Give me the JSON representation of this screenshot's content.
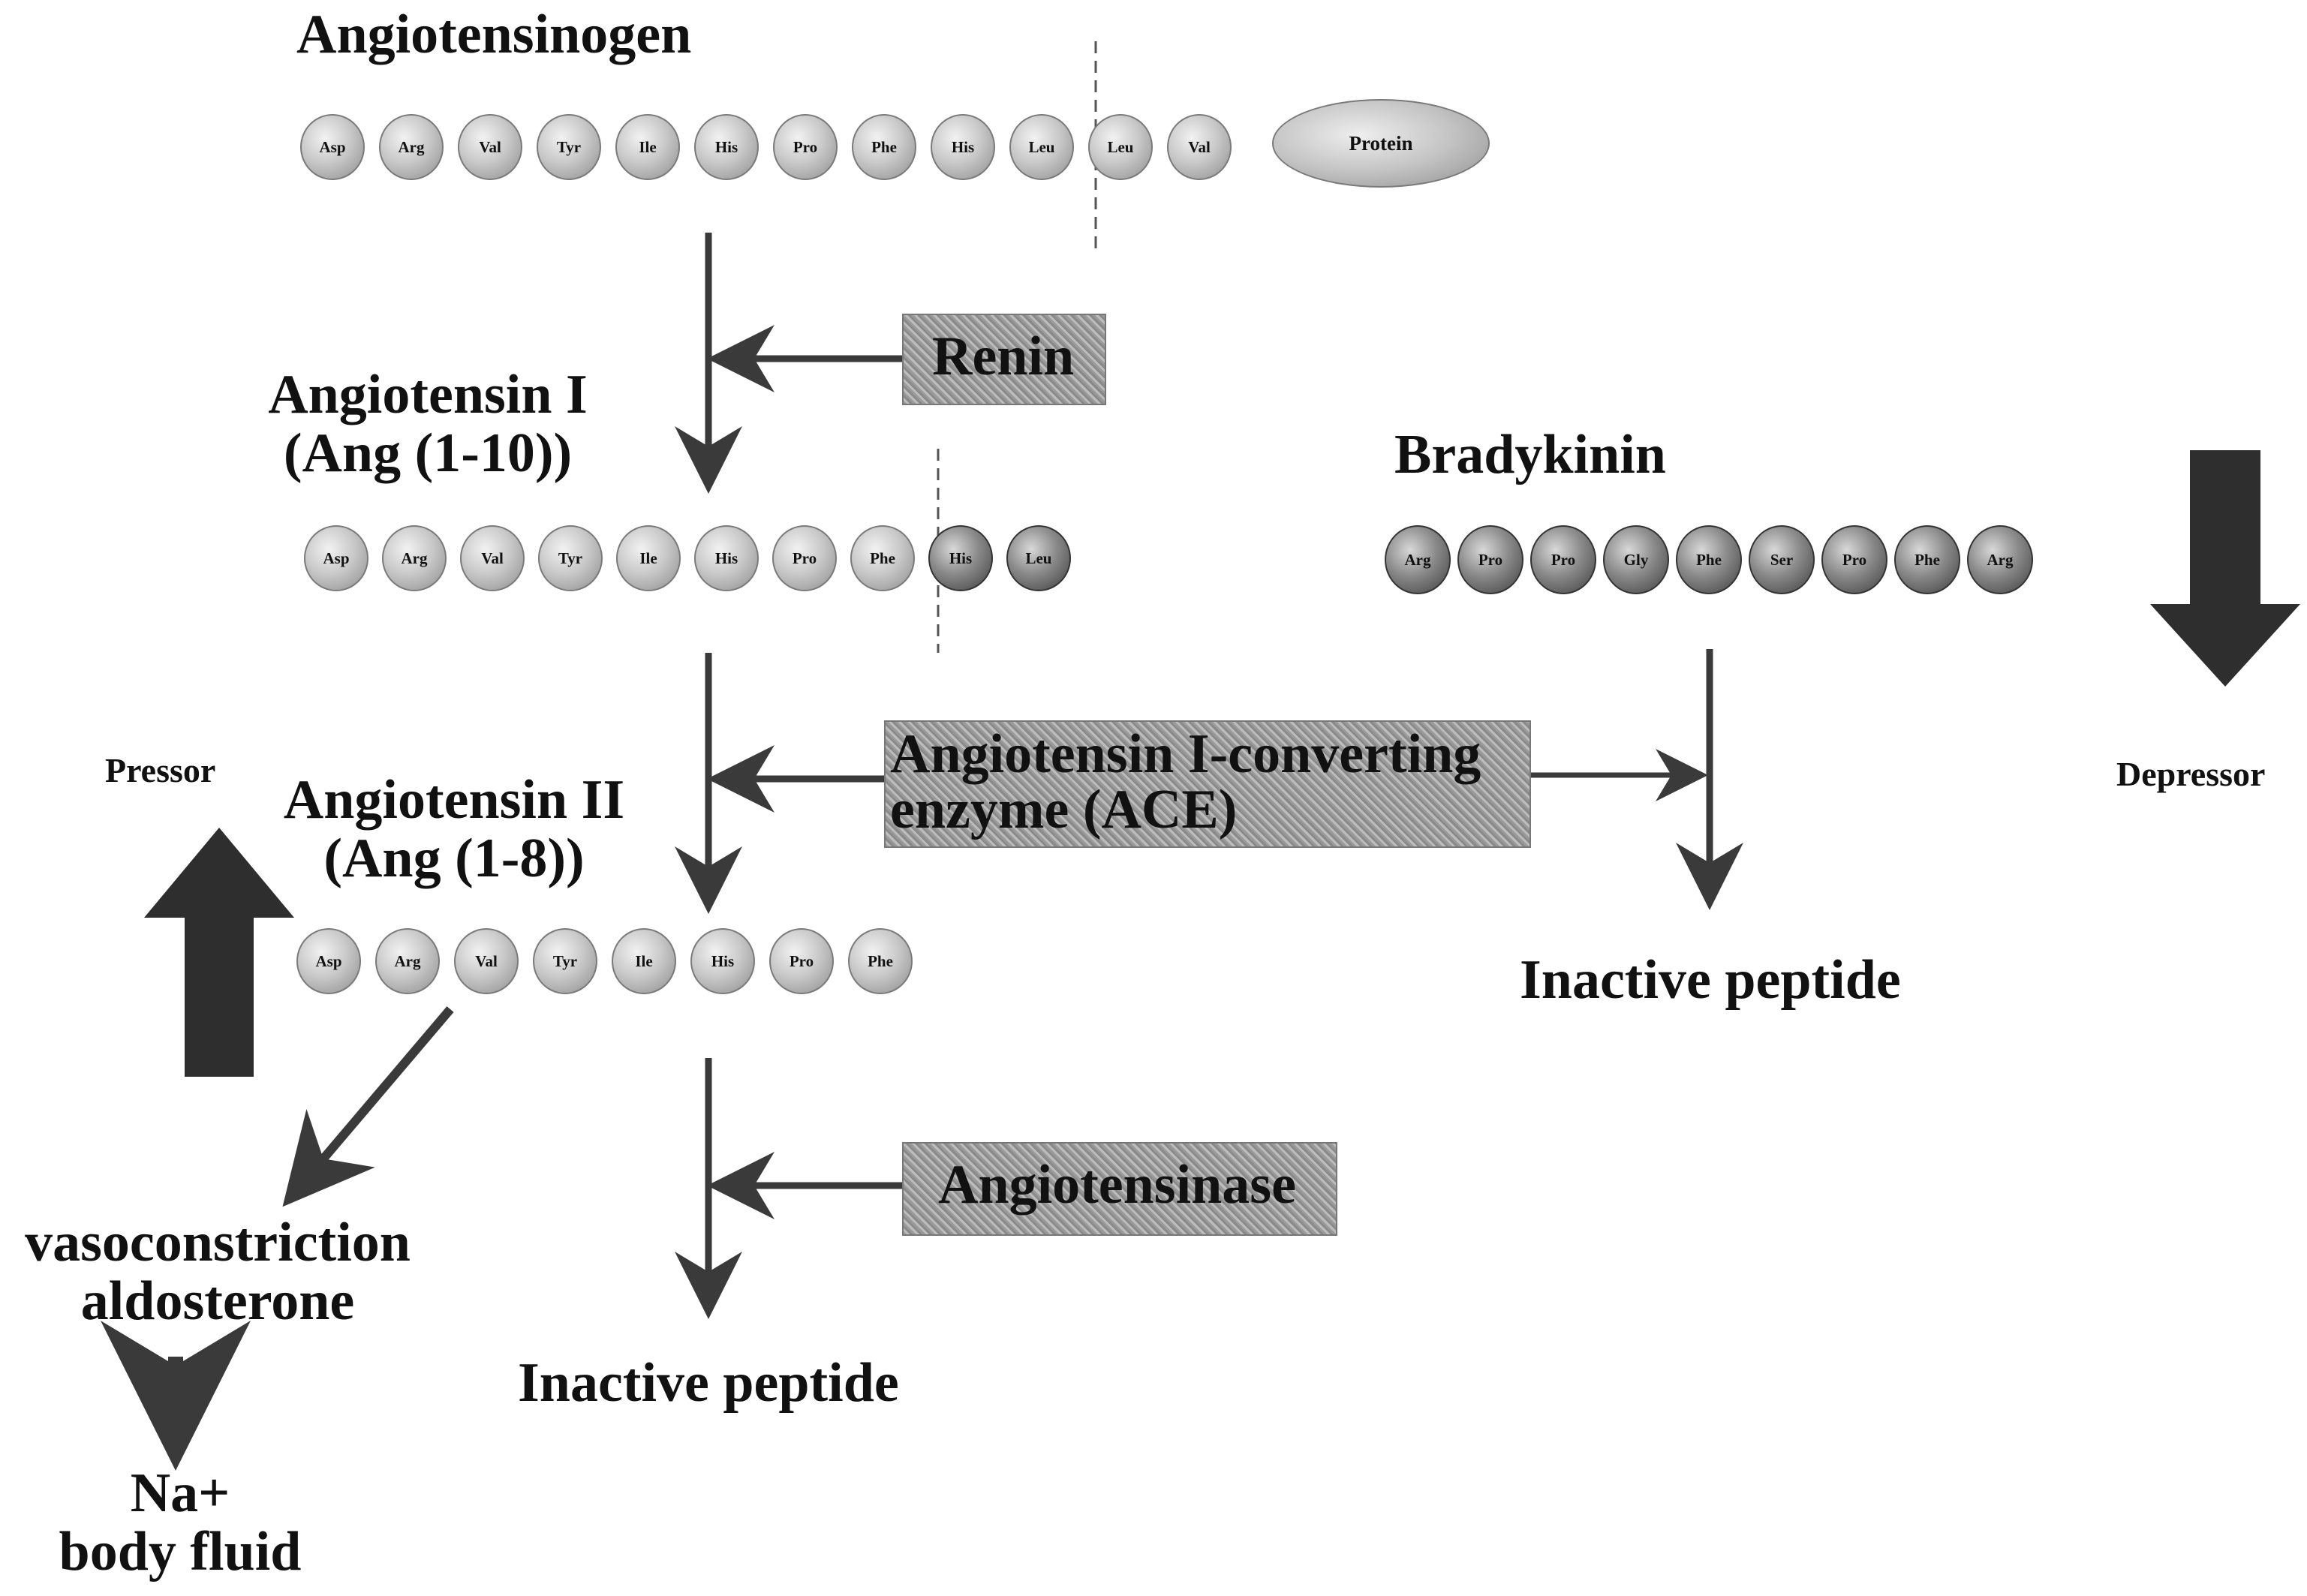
{
  "angiotensinogen": {
    "title": "Angiotensinogen",
    "residues": [
      "Asp",
      "Arg",
      "Val",
      "Tyr",
      "Ile",
      "His",
      "Pro",
      "Phe",
      "His",
      "Leu",
      "Leu",
      "Val"
    ],
    "protein_label": "Protein"
  },
  "angiotensin_1": {
    "title_line1": "Angiotensin I",
    "title_line2": "(Ang (1-10))",
    "residues": [
      "Asp",
      "Arg",
      "Val",
      "Tyr",
      "Ile",
      "His",
      "Pro",
      "Phe",
      "His",
      "Leu"
    ]
  },
  "angiotensin_2": {
    "title_line1": "Angiotensin II",
    "title_line2": "(Ang (1-8))",
    "residues": [
      "Asp",
      "Arg",
      "Val",
      "Tyr",
      "Ile",
      "His",
      "Pro",
      "Phe"
    ]
  },
  "bradykinin": {
    "title": "Bradykinin",
    "residues": [
      "Arg",
      "Pro",
      "Pro",
      "Gly",
      "Phe",
      "Ser",
      "Pro",
      "Phe",
      "Arg"
    ]
  },
  "enzymes": {
    "renin": "Renin",
    "ace_line1": "Angiotensin I-converting",
    "ace_line2": "enzyme (ACE)",
    "angiotensinase": "Angiotensinase"
  },
  "outcomes": {
    "inactive_peptide_left": "Inactive peptide",
    "inactive_peptide_right": "Inactive peptide",
    "pressor": "Pressor",
    "depressor": "Depressor",
    "effects_line1": "vasoconstriction",
    "effects_line2": "aldosterone",
    "sodium": "Na+",
    "body_fluid": "body fluid"
  },
  "colors": {
    "arrow": "#3a3a3a",
    "big_arrow": "#2e2e2e",
    "light_residue": "#c9c9c9",
    "dark_residue": "#6e6e6e"
  }
}
